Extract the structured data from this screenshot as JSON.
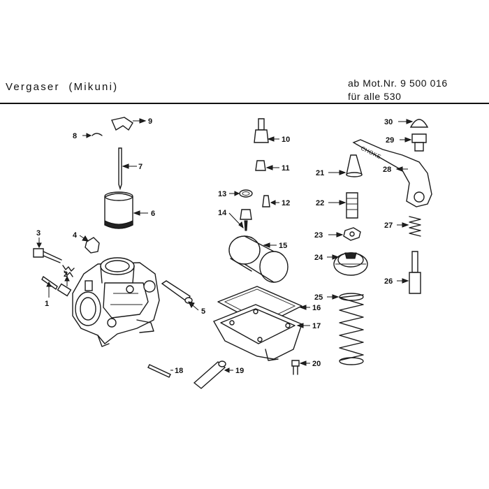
{
  "header": {
    "title": "Vergaser  (Mikuni)",
    "engine_line1": "ab Mot.Nr. 9 500 016",
    "engine_line2": "für alle 530"
  },
  "diagram": {
    "choke_label": "CHOKE",
    "parts": [
      {
        "num": "1"
      },
      {
        "num": "2"
      },
      {
        "num": "3"
      },
      {
        "num": "4"
      },
      {
        "num": "5"
      },
      {
        "num": "6"
      },
      {
        "num": "7"
      },
      {
        "num": "8"
      },
      {
        "num": "9"
      },
      {
        "num": "10"
      },
      {
        "num": "11"
      },
      {
        "num": "12"
      },
      {
        "num": "13"
      },
      {
        "num": "14"
      },
      {
        "num": "15"
      },
      {
        "num": "16"
      },
      {
        "num": "17"
      },
      {
        "num": "18"
      },
      {
        "num": "19"
      },
      {
        "num": "20"
      },
      {
        "num": "21"
      },
      {
        "num": "22"
      },
      {
        "num": "23"
      },
      {
        "num": "24"
      },
      {
        "num": "25"
      },
      {
        "num": "26"
      },
      {
        "num": "27"
      },
      {
        "num": "28"
      },
      {
        "num": "29"
      },
      {
        "num": "30"
      }
    ]
  }
}
